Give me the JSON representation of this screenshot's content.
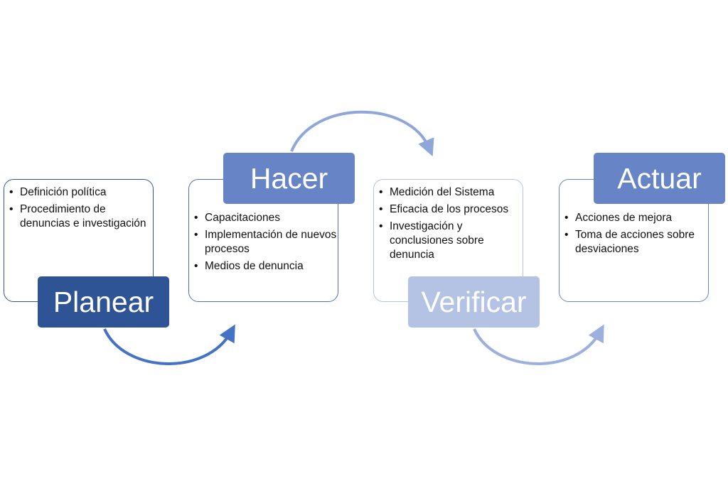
{
  "stages": [
    {
      "title": "Planear",
      "items": [
        "Definición política",
        "Procedimiento de denuncias e investigación"
      ]
    },
    {
      "title": "Hacer",
      "items": [
        "Capacitaciones",
        "Implementación de nuevos procesos",
        "Medios de denuncia"
      ]
    },
    {
      "title": "Verificar",
      "items": [
        "Medición del Sistema",
        "Eficacia de los procesos",
        "Investigación y conclusiones sobre denuncia"
      ]
    },
    {
      "title": "Actuar",
      "items": [
        "Acciones de mejora",
        "Toma de acciones sobre desviaciones"
      ]
    }
  ],
  "colors": {
    "planear": "#2F5496",
    "hacer": "#6784C6",
    "verificar": "#B4C2E3",
    "actuar": "#6784C6",
    "arrow1": "#4472C4",
    "arrow2": "#8FA6D9",
    "arrow3": "#9CB0DE"
  }
}
